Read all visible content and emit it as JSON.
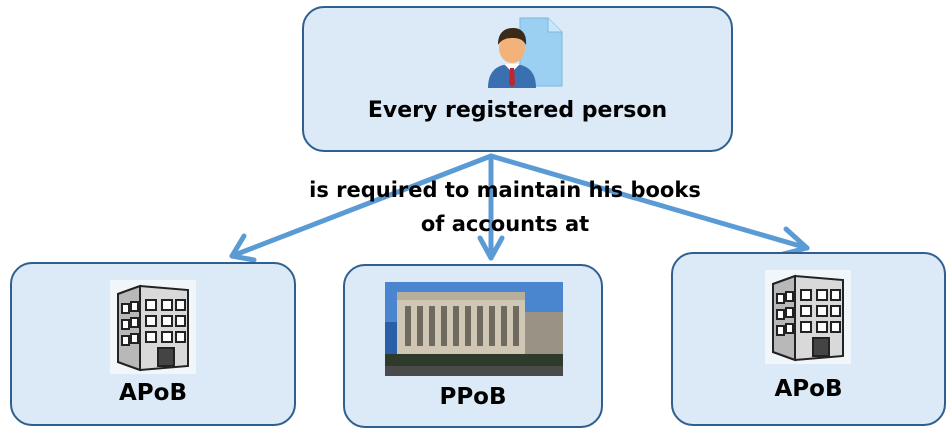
{
  "top_node": {
    "label": "Every registered person",
    "icon": "person-with-document-icon"
  },
  "connector_text": {
    "line1": "is required to maintain his books",
    "line2": "of accounts at"
  },
  "nodes": [
    {
      "label": "APoB",
      "icon": "office-building-icon"
    },
    {
      "label": "PPoB",
      "icon": "government-building-photo"
    },
    {
      "label": "APoB",
      "icon": "office-building-icon"
    }
  ],
  "colors": {
    "box_fill": "#dce9f6",
    "box_border": "#2f5f8f",
    "arrow": "#5b9bd5"
  }
}
